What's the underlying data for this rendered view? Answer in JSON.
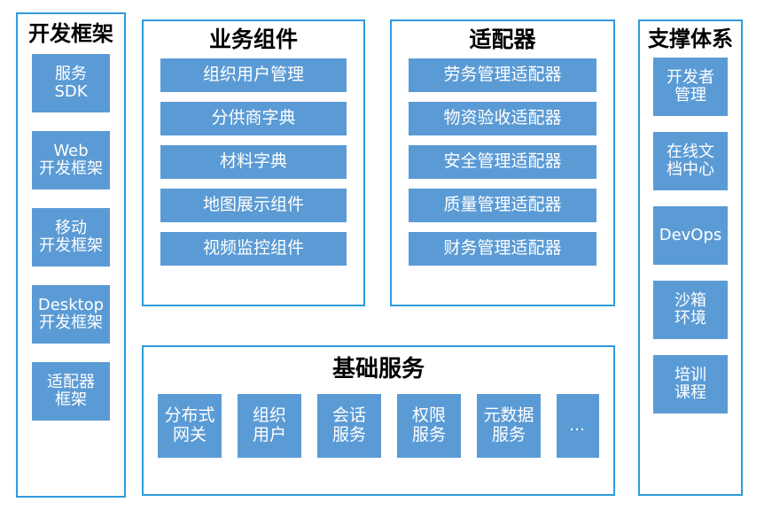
{
  "diagram": {
    "colors": {
      "panel_border": "#2E9BDE",
      "box_fill": "#5B9BD5",
      "box_text": "#FFFFFF",
      "title_text": "#000000",
      "background": "#FFFFFF"
    }
  },
  "dev_framework": {
    "title": "开发框架",
    "items": [
      {
        "line1": "服务",
        "line2": "SDK"
      },
      {
        "line1": "Web",
        "line2": "开发框架"
      },
      {
        "line1": "移动",
        "line2": "开发框架"
      },
      {
        "line1": "Desktop",
        "line2": "开发框架"
      },
      {
        "line1": "适配器",
        "line2": "框架"
      }
    ]
  },
  "business_components": {
    "title": "业务组件",
    "items": [
      {
        "label": "组织用户管理"
      },
      {
        "label": "分供商字典"
      },
      {
        "label": "材料字典"
      },
      {
        "label": "地图展示组件"
      },
      {
        "label": "视频监控组件"
      }
    ]
  },
  "adapters": {
    "title": "适配器",
    "items": [
      {
        "label": "劳务管理适配器"
      },
      {
        "label": "物资验收适配器"
      },
      {
        "label": "安全管理适配器"
      },
      {
        "label": "质量管理适配器"
      },
      {
        "label": "财务管理适配器"
      }
    ]
  },
  "base_services": {
    "title": "基础服务",
    "items": [
      {
        "line1": "分布式",
        "line2": "网关"
      },
      {
        "line1": "组织",
        "line2": "用户"
      },
      {
        "line1": "会话",
        "line2": "服务"
      },
      {
        "line1": "权限",
        "line2": "服务"
      },
      {
        "line1": "元数据",
        "line2": "服务"
      },
      {
        "line1": "…",
        "line2": ""
      }
    ]
  },
  "support_system": {
    "title": "支撑体系",
    "items": [
      {
        "line1": "开发者",
        "line2": "管理"
      },
      {
        "line1": "在线文",
        "line2": "档中心"
      },
      {
        "line1": "DevOps",
        "line2": ""
      },
      {
        "line1": "沙箱",
        "line2": "环境"
      },
      {
        "line1": "培训",
        "line2": "课程"
      }
    ]
  }
}
